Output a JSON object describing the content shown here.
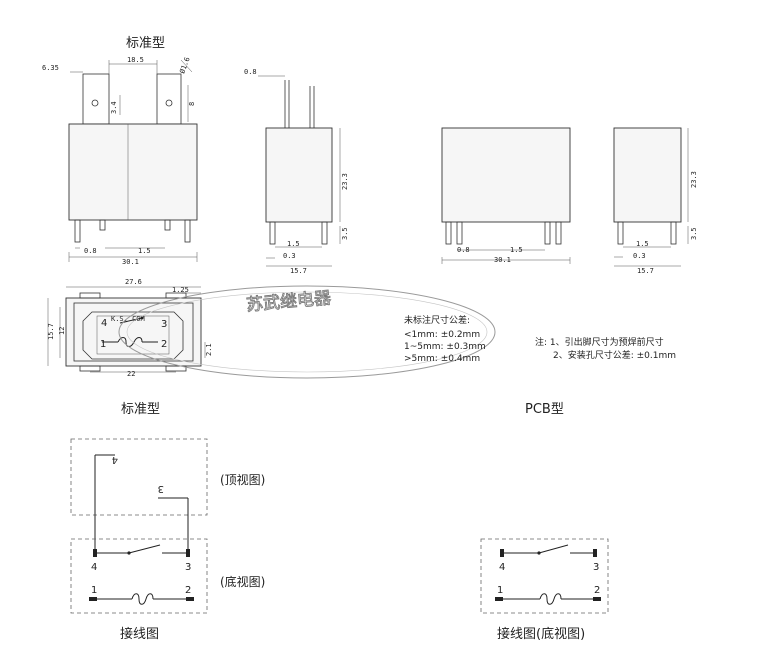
{
  "headings": {
    "standard_top": "标准型",
    "standard_bottom": "标准型",
    "pcb": "PCB型",
    "wiring": "接线图",
    "wiring_pcb": "接线图(底视图)",
    "top_view": "(顶视图)",
    "bottom_view": "(底视图)"
  },
  "watermark": "苏武继电器",
  "tolerance_note": {
    "title": "未标注尺寸公差:",
    "lines": [
      "<1mm: ±0.2mm",
      "1~5mm: ±0.3mm",
      ">5mm: ±0.4mm"
    ]
  },
  "notes": {
    "line1": "注: 1、引出脚尺寸为预焊前尺寸",
    "line2": "2、安装孔尺寸公差: ±0.1mm"
  },
  "dimensions": {
    "d635": "6.35",
    "d185": "18.5",
    "d16": "Ø1.6",
    "d34": "3.4",
    "d8": "8",
    "d08a": "0.8",
    "d15a": "1.5",
    "d301a": "30.1",
    "d08b": "0.8",
    "d233a": "23.3",
    "d35a": "3.5",
    "d15b": "1.5",
    "d03a": "0.3",
    "d157a": "15.7",
    "d08c": "0.8",
    "d15c": "1.5",
    "d301b": "30.1",
    "d233b": "23.3",
    "d35b": "3.5",
    "d15d": "1.5",
    "d03b": "0.3",
    "d157b": "15.7",
    "d276": "27.6",
    "d125": "1.25",
    "d157c": "15.7",
    "d12": "12",
    "d22": "22",
    "d21": "2.1"
  },
  "pins": {
    "p1": "1",
    "p2": "2",
    "p3": "3",
    "p4": "4",
    "top_p4": "4",
    "top_p3": "3",
    "pcb_p1": "1",
    "pcb_p2": "2",
    "pcb_p3": "3",
    "pcb_p4": "4",
    "bt_p1": "1",
    "bt_p2": "2",
    "bt_p3": "3",
    "bt_p4": "4",
    "small_marking": "K.S.  COM"
  }
}
